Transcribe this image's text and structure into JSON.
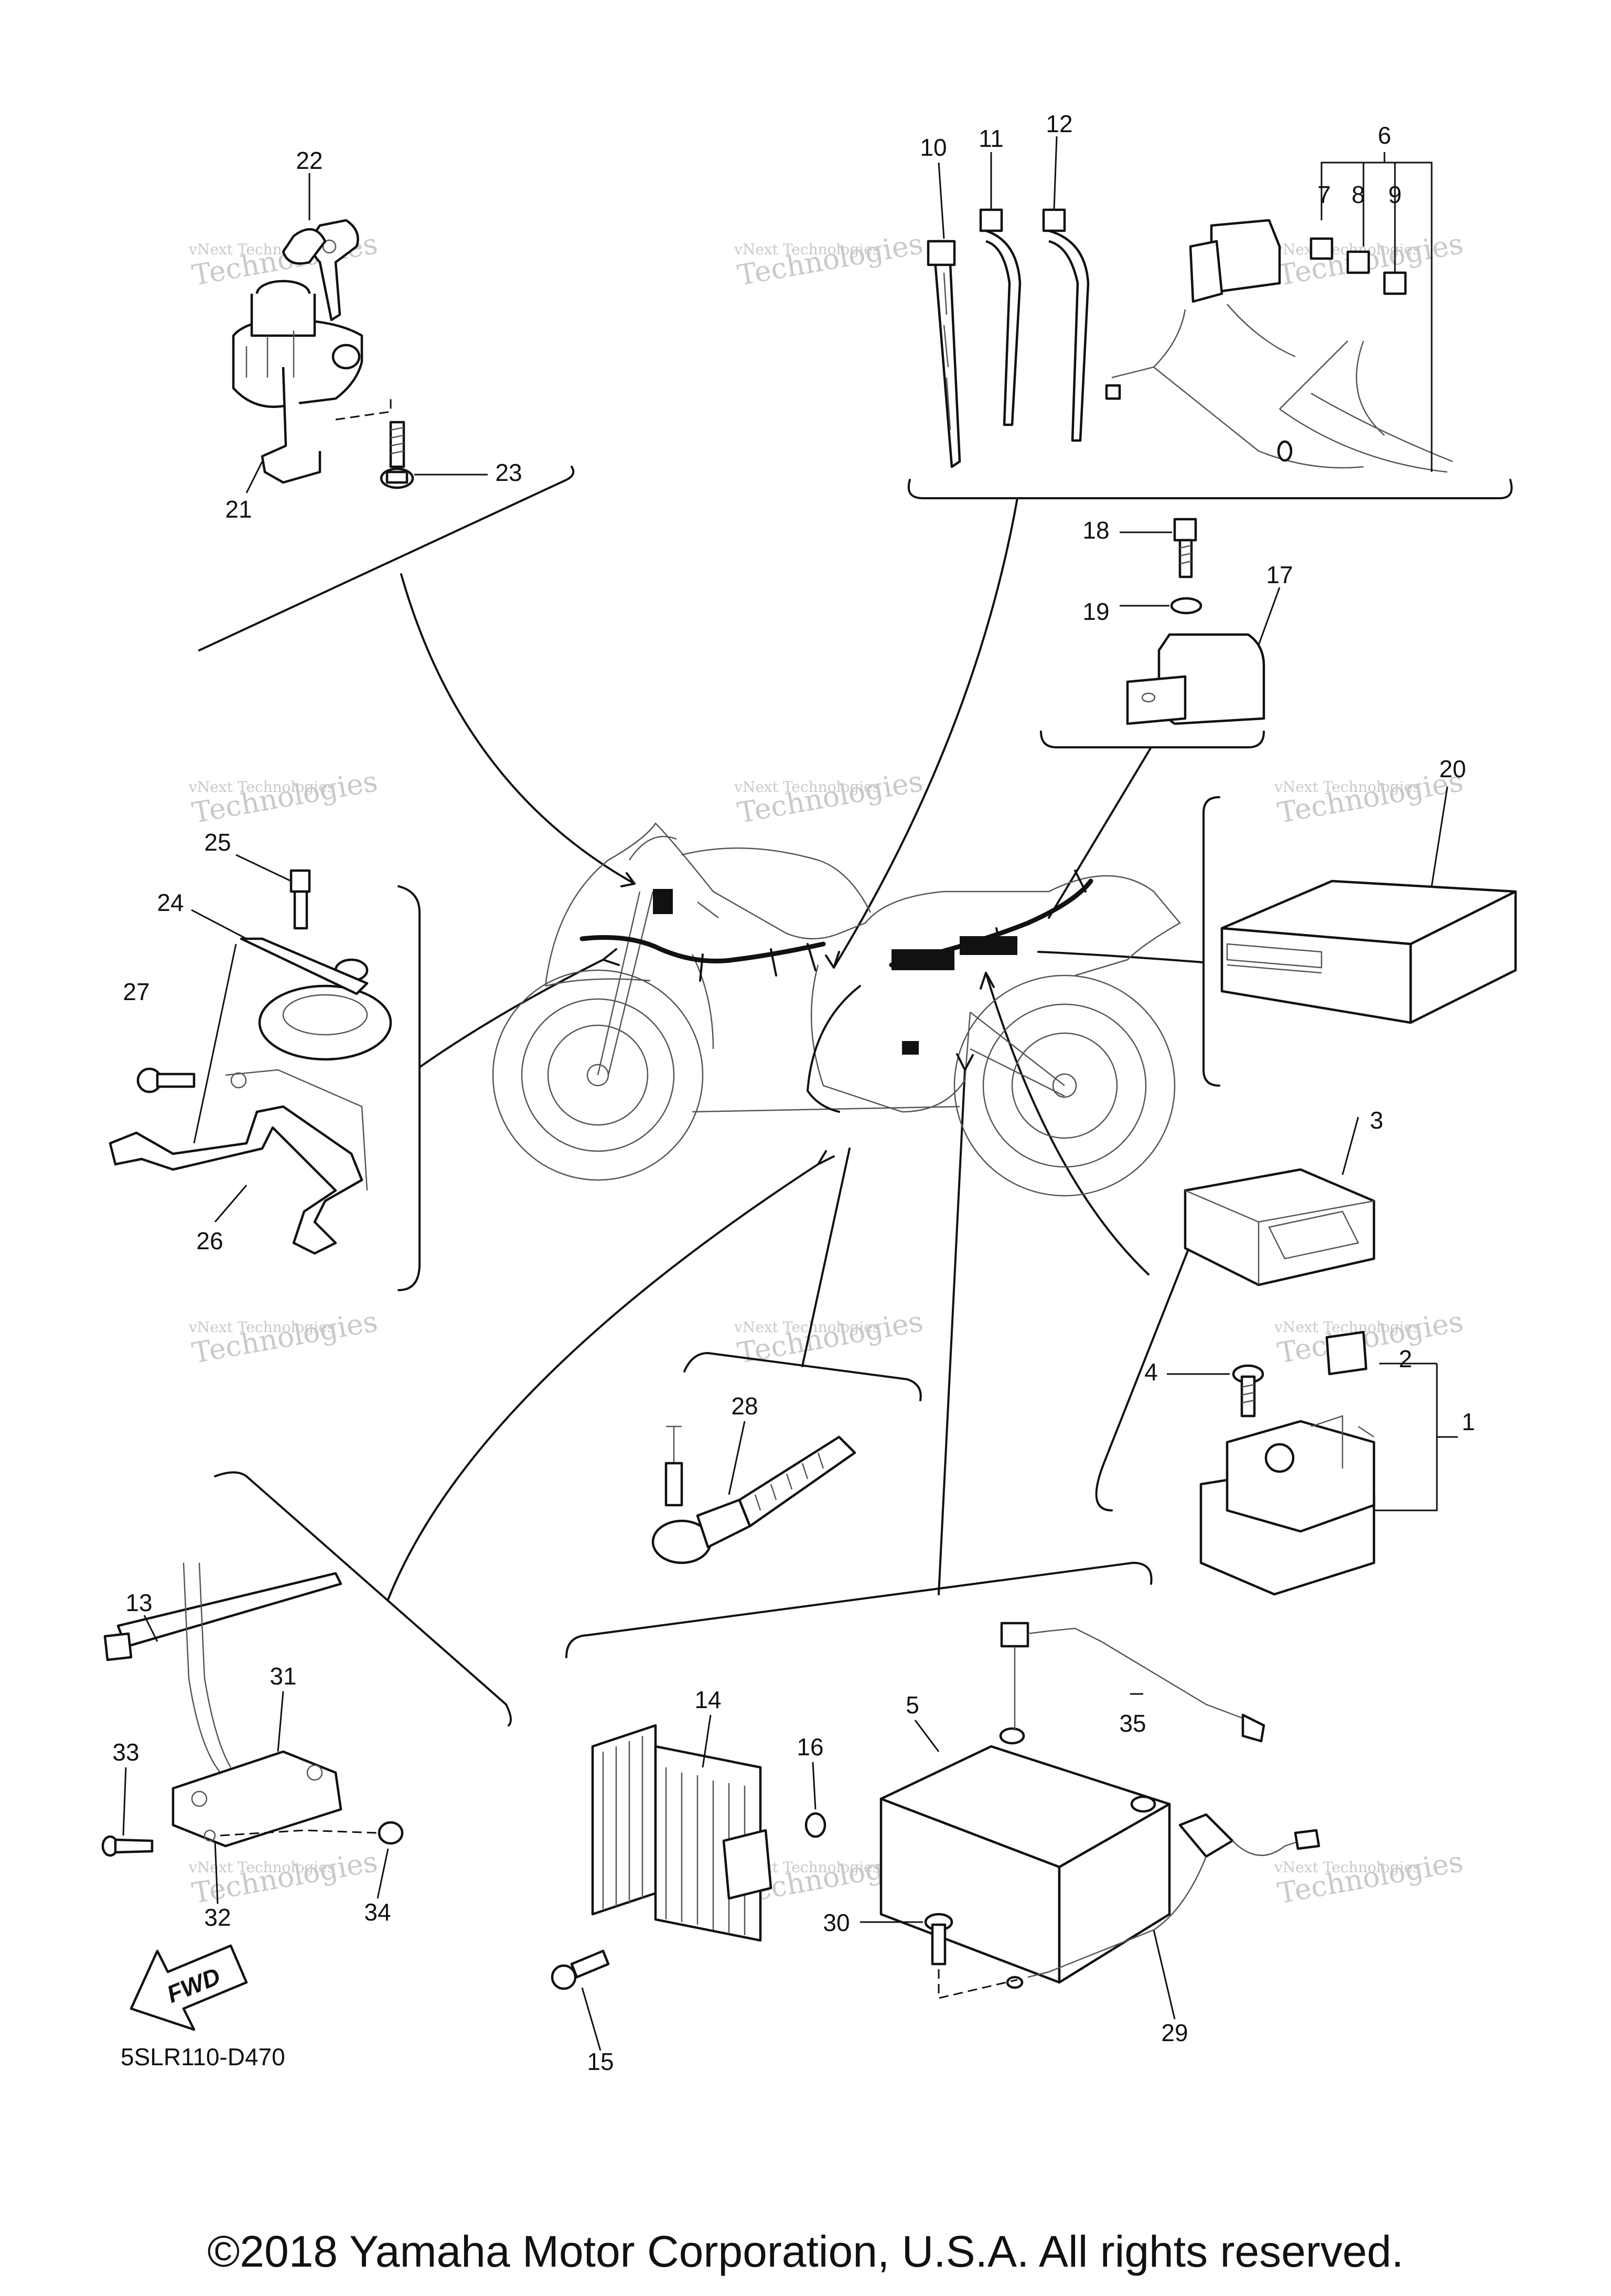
{
  "diagram_code": "5SLR110-D470",
  "copyright": "©2018 Yamaha Motor Corporation, U.S.A. All rights reserved.",
  "watermark": {
    "line1": "vNext Technologies",
    "line2": "Technologies"
  },
  "direction_badge": "FWD",
  "callouts": {
    "c1": "1",
    "c2": "2",
    "c3": "3",
    "c4": "4",
    "c5": "5",
    "c6": "6",
    "c7": "7",
    "c8": "8",
    "c9": "9",
    "c10": "10",
    "c11": "11",
    "c12": "12",
    "c13": "13",
    "c14": "14",
    "c15": "15",
    "c16": "16",
    "c17": "17",
    "c18": "18",
    "c19": "19",
    "c20": "20",
    "c21": "21",
    "c22": "22",
    "c23": "23",
    "c24": "24",
    "c25": "25",
    "c26": "26",
    "c27": "27",
    "c28": "28",
    "c29": "29",
    "c30": "30",
    "c31": "31",
    "c32": "32",
    "c33": "33",
    "c34": "34",
    "c35": "35"
  },
  "colors": {
    "ink": "#111111",
    "watermark": "#c9c9c9",
    "background": "#ffffff"
  }
}
